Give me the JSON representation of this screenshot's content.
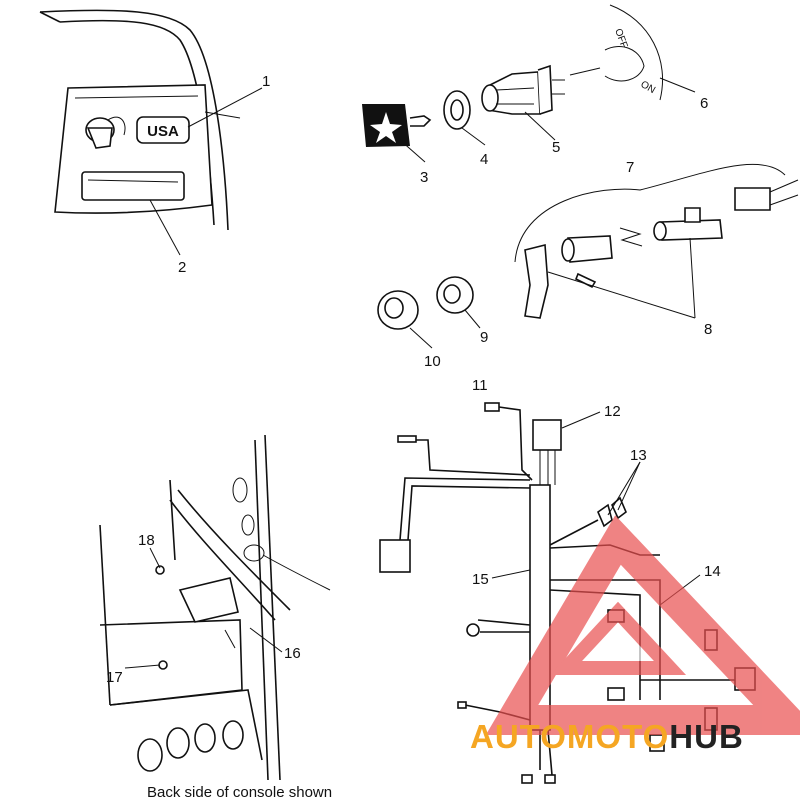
{
  "badge_text": "USA",
  "switch_labels": {
    "off": "OFF",
    "on": "ON"
  },
  "callouts": [
    "1",
    "2",
    "3",
    "4",
    "5",
    "6",
    "7",
    "8",
    "9",
    "10",
    "11",
    "12",
    "13",
    "14",
    "15",
    "16",
    "17",
    "18"
  ],
  "caption": "Back side of console shown",
  "watermark": {
    "part1": "AUTO",
    "part2": "MOTO",
    "part3": "HUB",
    "color_red": "#e94f4f",
    "color_orange": "#f5a623",
    "color_dark": "#222222"
  }
}
